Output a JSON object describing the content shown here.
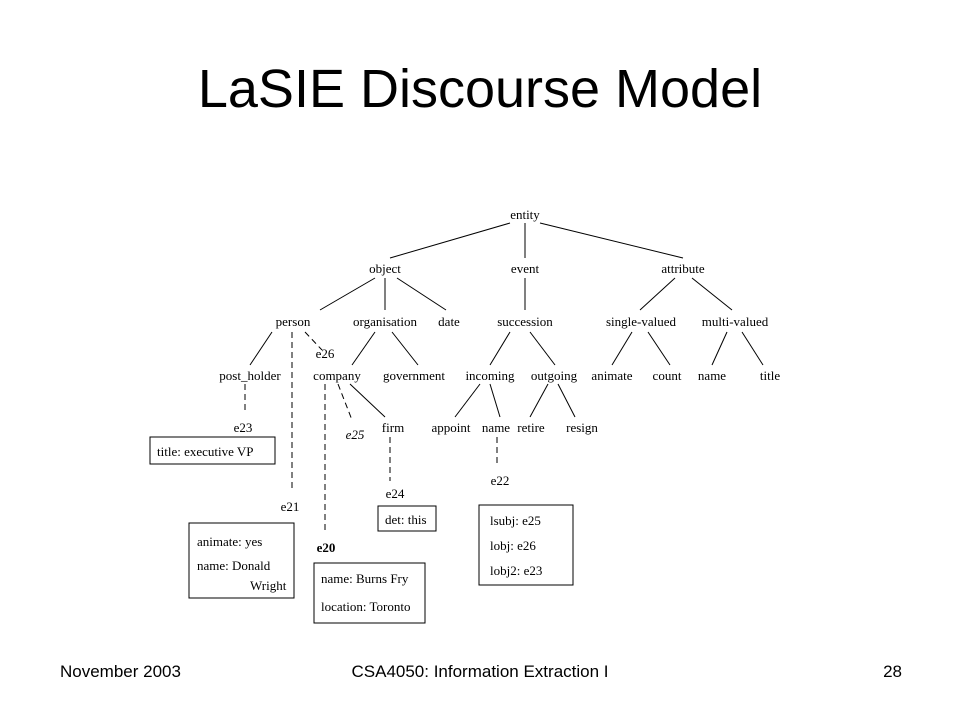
{
  "slide": {
    "title": "LaSIE Discourse Model",
    "footer_left": "November 2003",
    "footer_center": "CSA4050: Information Extraction I",
    "footer_right": "28"
  },
  "diagram": {
    "nodes": {
      "entity": "entity",
      "object": "object",
      "event": "event",
      "attribute": "attribute",
      "person": "person",
      "organisation": "organisation",
      "date": "date",
      "succession": "succession",
      "single_valued": "single-valued",
      "multi_valued": "multi-valued",
      "post_holder": "post_holder",
      "company": "company",
      "government": "government",
      "incoming": "incoming",
      "outgoing": "outgoing",
      "animate": "animate",
      "count": "count",
      "name_attr": "name",
      "title_attr": "title",
      "firm": "firm",
      "appoint": "appoint",
      "name_event": "name",
      "retire": "retire",
      "resign": "resign"
    },
    "instances": {
      "e26": "e26",
      "e23": "e23",
      "e25": "e25",
      "e22": "e22",
      "e21": "e21",
      "e24": "e24",
      "e20": "e20"
    },
    "boxes": {
      "e23_box": [
        "title: executive VP"
      ],
      "e21_box": [
        "animate: yes",
        "name: Donald",
        "Wright"
      ],
      "e24_box": [
        "det: this"
      ],
      "e20_box": [
        "name: Burns Fry",
        "location: Toronto"
      ],
      "e22_box": [
        "lsubj: e25",
        "lobj: e26",
        "lobj2: e23"
      ]
    }
  }
}
